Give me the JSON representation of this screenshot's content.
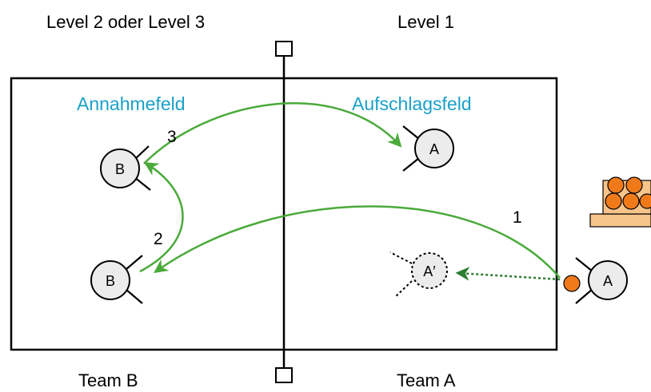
{
  "labels": {
    "top_left": "Level 2 oder Level 3",
    "top_right": "Level 1",
    "bottom_left": "Team B",
    "bottom_right": "Team A",
    "field_receive": "Annahmefeld",
    "field_serve": "Aufschlagsfeld"
  },
  "players": {
    "b_upper": "B",
    "b_lower": "B",
    "a_court": "A",
    "a_ghost": "A′",
    "a_server": "A"
  },
  "steps": {
    "one": "1",
    "two": "2",
    "three": "3"
  },
  "colors": {
    "field_label": "#1aa0c8",
    "arrow": "#4aaa3a",
    "arrow_dotted": "#2e7d32",
    "ball": "#f07a1a",
    "player_fill": "#ececec",
    "crate": "#f7c48a"
  },
  "icons": [
    "net-post-icon",
    "ball-icon",
    "ball-crate-icon"
  ]
}
